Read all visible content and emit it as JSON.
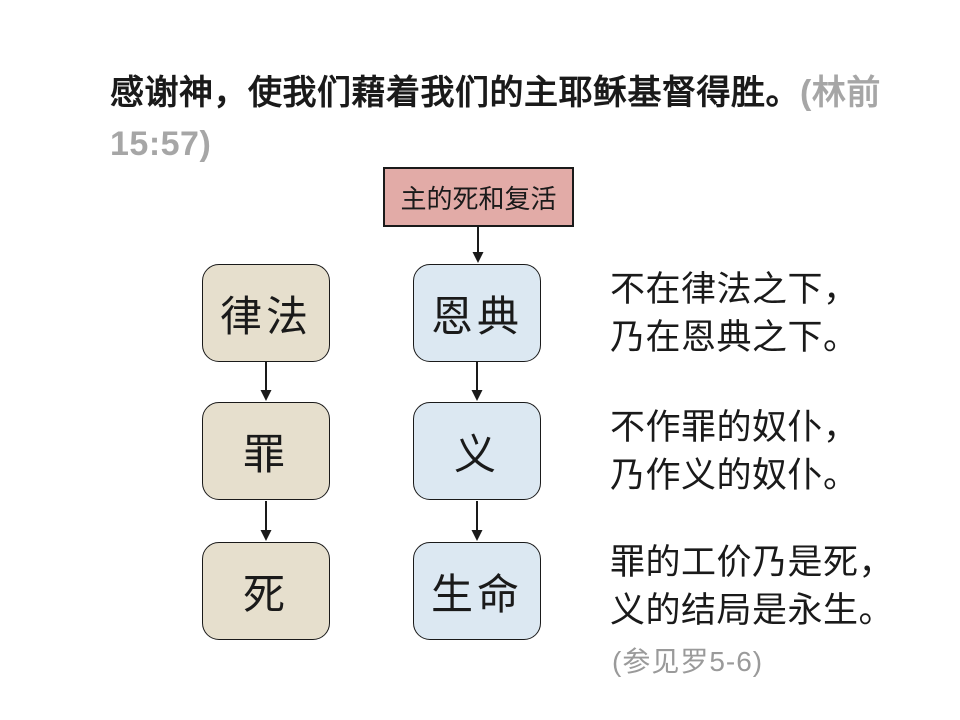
{
  "title": {
    "main": "感谢神，使我们藉着我们的主耶稣基督得胜。",
    "reference_inline": "(林前",
    "reference_line2": "15:57)"
  },
  "diagram": {
    "top_box": {
      "label": "主的死和复活"
    },
    "left_column": {
      "items": [
        {
          "label": "律法"
        },
        {
          "label": "罪"
        },
        {
          "label": "死"
        }
      ]
    },
    "right_column": {
      "items": [
        {
          "label": "恩典"
        },
        {
          "label": "义"
        },
        {
          "label": "生命"
        }
      ]
    },
    "arrows": [
      "top-box-to-grace",
      "law-to-sin",
      "grace-to-righteousness",
      "sin-to-death",
      "righteousness-to-life"
    ]
  },
  "annotations": [
    {
      "line1": "不在律法之下，",
      "line2": "乃在恩典之下。"
    },
    {
      "line1": "不作罪的奴仆，",
      "line2": "乃作义的奴仆。"
    },
    {
      "line1": "罪的工价乃是死，",
      "line2": "义的结局是永生。"
    }
  ],
  "footnote": "(参见罗5-6)",
  "colors": {
    "text": "#1a1a1a",
    "muted_text": "#a6a6a6",
    "footnote_text": "#9a9a9a",
    "border": "#1a1a1a",
    "top_box_fill": "#e2aba7",
    "left_box_fill": "#e6dfcd",
    "right_box_fill": "#dce8f2",
    "background": "#ffffff"
  }
}
